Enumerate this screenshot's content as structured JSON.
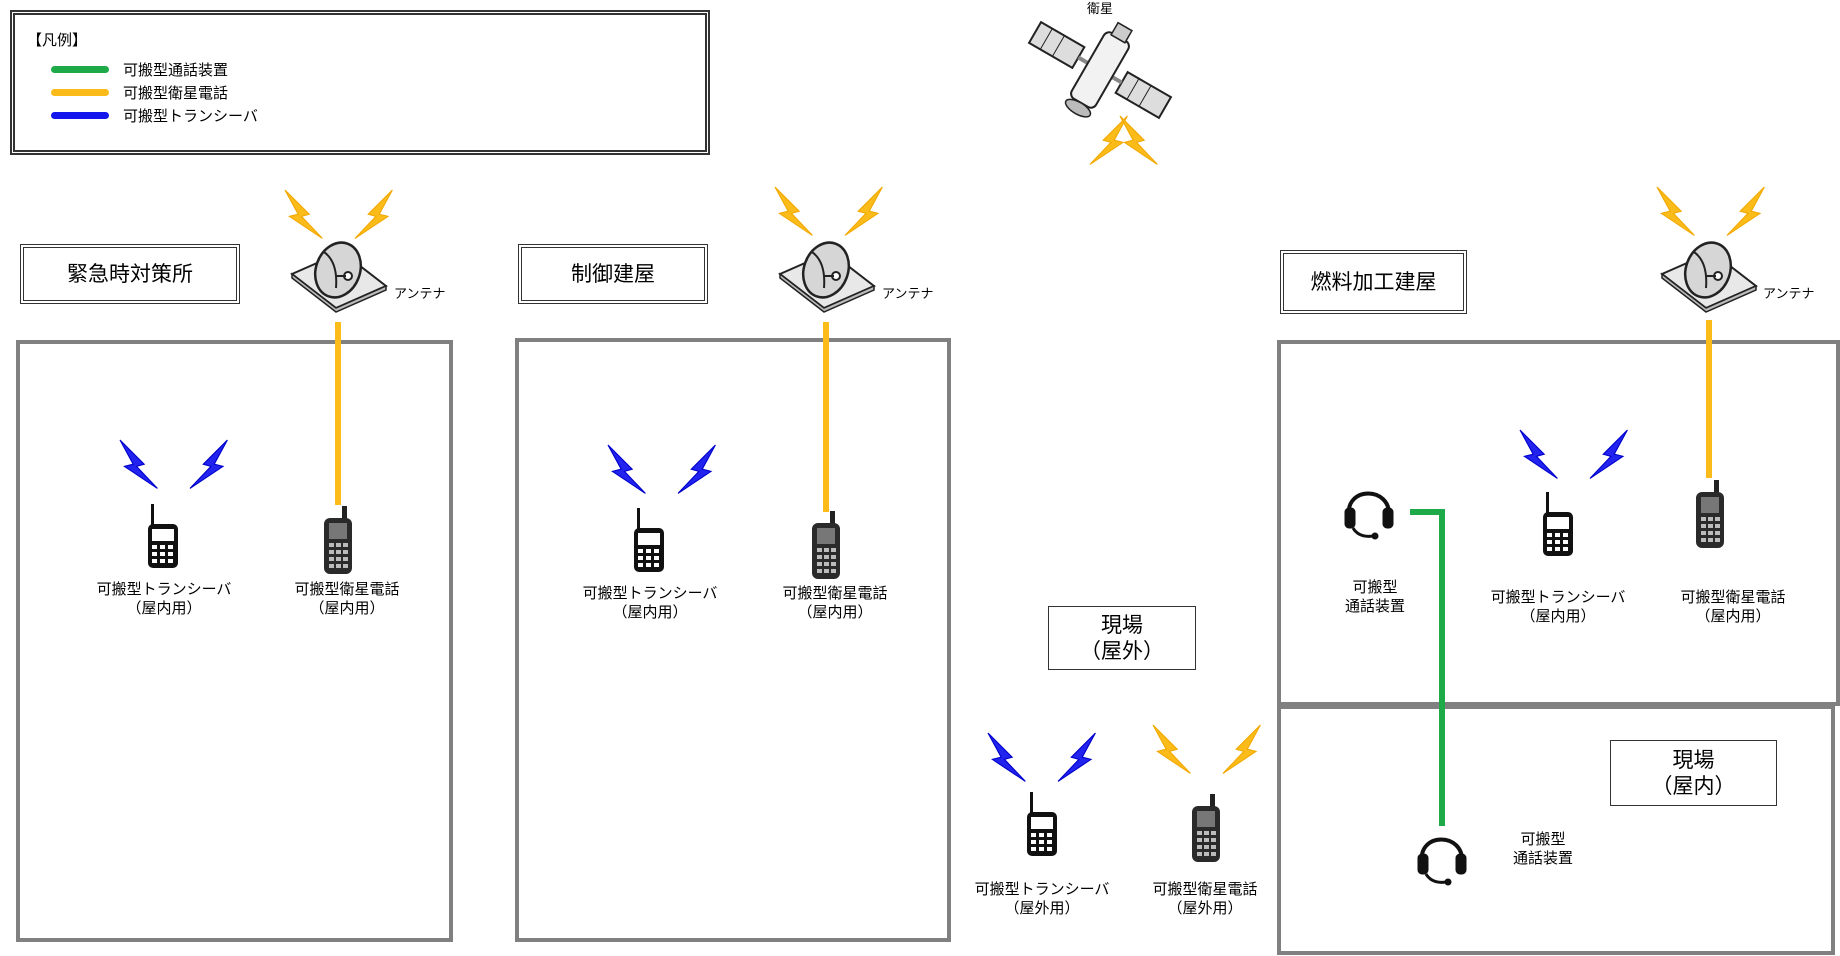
{
  "legend": {
    "title": "【凡例】",
    "items": [
      {
        "label": "可搬型通話装置",
        "color": "#1faa4a"
      },
      {
        "label": "可搬型衛星電話",
        "color": "#fbbc1a"
      },
      {
        "label": "可搬型トランシーバ",
        "color": "#1515ee"
      }
    ]
  },
  "satellite": {
    "label": "衛星"
  },
  "antenna_label": "アンテナ",
  "buildings": {
    "emergency": {
      "title": "緊急時対策所"
    },
    "control": {
      "title": "制御建屋"
    },
    "fuel": {
      "title": "燃料加工建屋"
    }
  },
  "outdoor_box": {
    "line1": "現場",
    "line2": "（屋外）"
  },
  "indoor_box": {
    "line1": "現場",
    "line2": "（屋内）"
  },
  "devices": {
    "emergency_transceiver": {
      "line1": "可搬型トランシーバ",
      "line2": "（屋内用）"
    },
    "emergency_satphone": {
      "line1": "可搬型衛星電話",
      "line2": "（屋内用）"
    },
    "control_transceiver": {
      "line1": "可搬型トランシーバ",
      "line2": "（屋内用）"
    },
    "control_satphone": {
      "line1": "可搬型衛星電話",
      "line2": "（屋内用）"
    },
    "outdoor_transceiver": {
      "line1": "可搬型トランシーバ",
      "line2": "（屋外用）"
    },
    "outdoor_satphone": {
      "line1": "可搬型衛星電話",
      "line2": "（屋外用）"
    },
    "fuel_headset": {
      "line1": "可搬型",
      "line2": "通話装置"
    },
    "fuel_transceiver": {
      "line1": "可搬型トランシーバ",
      "line2": "（屋内用）"
    },
    "fuel_satphone": {
      "line1": "可搬型衛星電話",
      "line2": "（屋内用）"
    },
    "indoor_headset": {
      "line1": "可搬型",
      "line2": "通話装置"
    }
  },
  "colors": {
    "green": "#1faa4a",
    "yellow": "#fbbc1a",
    "blue": "#1515ee",
    "border": "#808080"
  }
}
